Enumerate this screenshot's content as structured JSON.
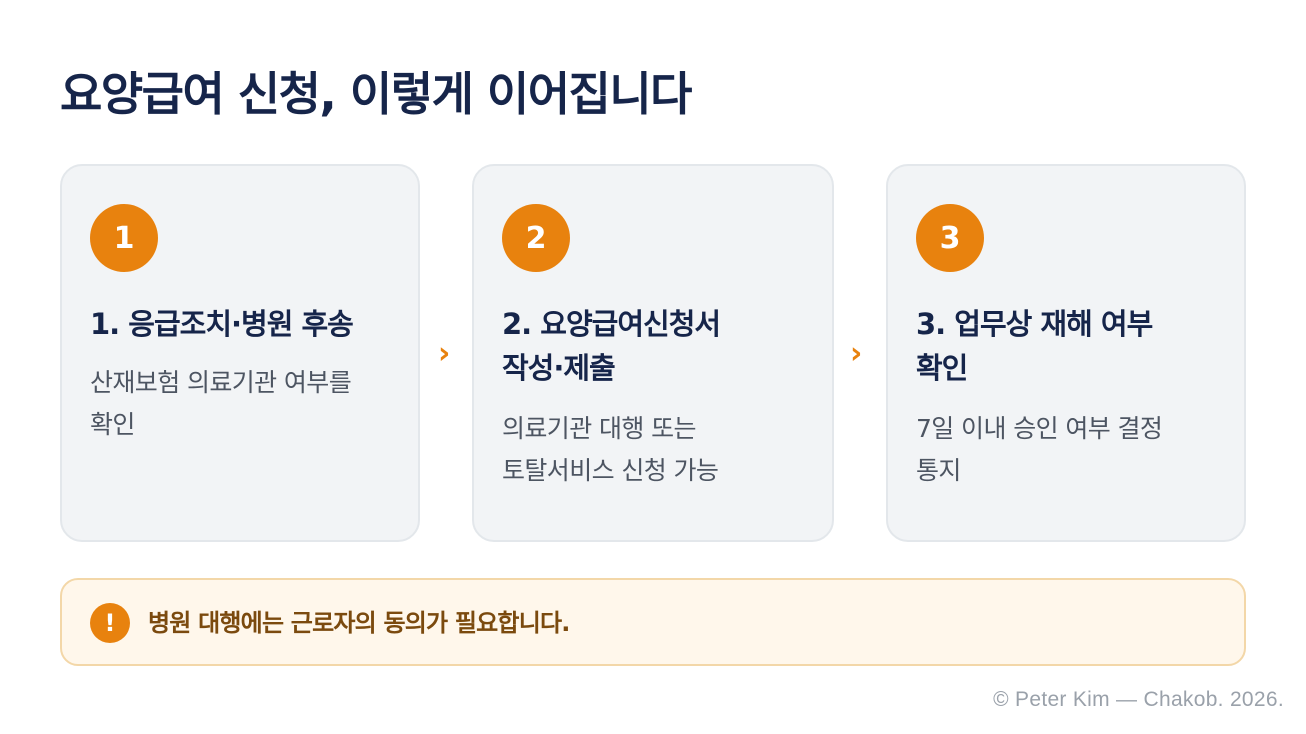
{
  "title": "요양급여 신청, 이렇게 이어집니다",
  "steps": [
    {
      "number": "1",
      "title": "1. 응급조치·병원 후송",
      "description": "산재보험 의료기관 여부를\n확인"
    },
    {
      "number": "2",
      "title": "2. 요양급여신청서\n작성·제출",
      "description": "의료기관 대행 또는\n토탈서비스 신청 가능"
    },
    {
      "number": "3",
      "title": "3. 업무상 재해 여부\n확인",
      "description": "7일 이내 승인 여부 결정\n통지"
    }
  ],
  "arrow_glyph": "›",
  "notice": {
    "icon": "exclamation-icon",
    "icon_glyph": "!",
    "text": "병원 대행에는 근로자의 동의가 필요합니다."
  },
  "footer": "© Peter Kim — Chakob. 2026.",
  "colors": {
    "accent": "#e8820e",
    "title": "#16254a",
    "card_bg": "#f2f4f6",
    "notice_bg": "#fff7eb",
    "notice_text": "#7b4a0e"
  }
}
